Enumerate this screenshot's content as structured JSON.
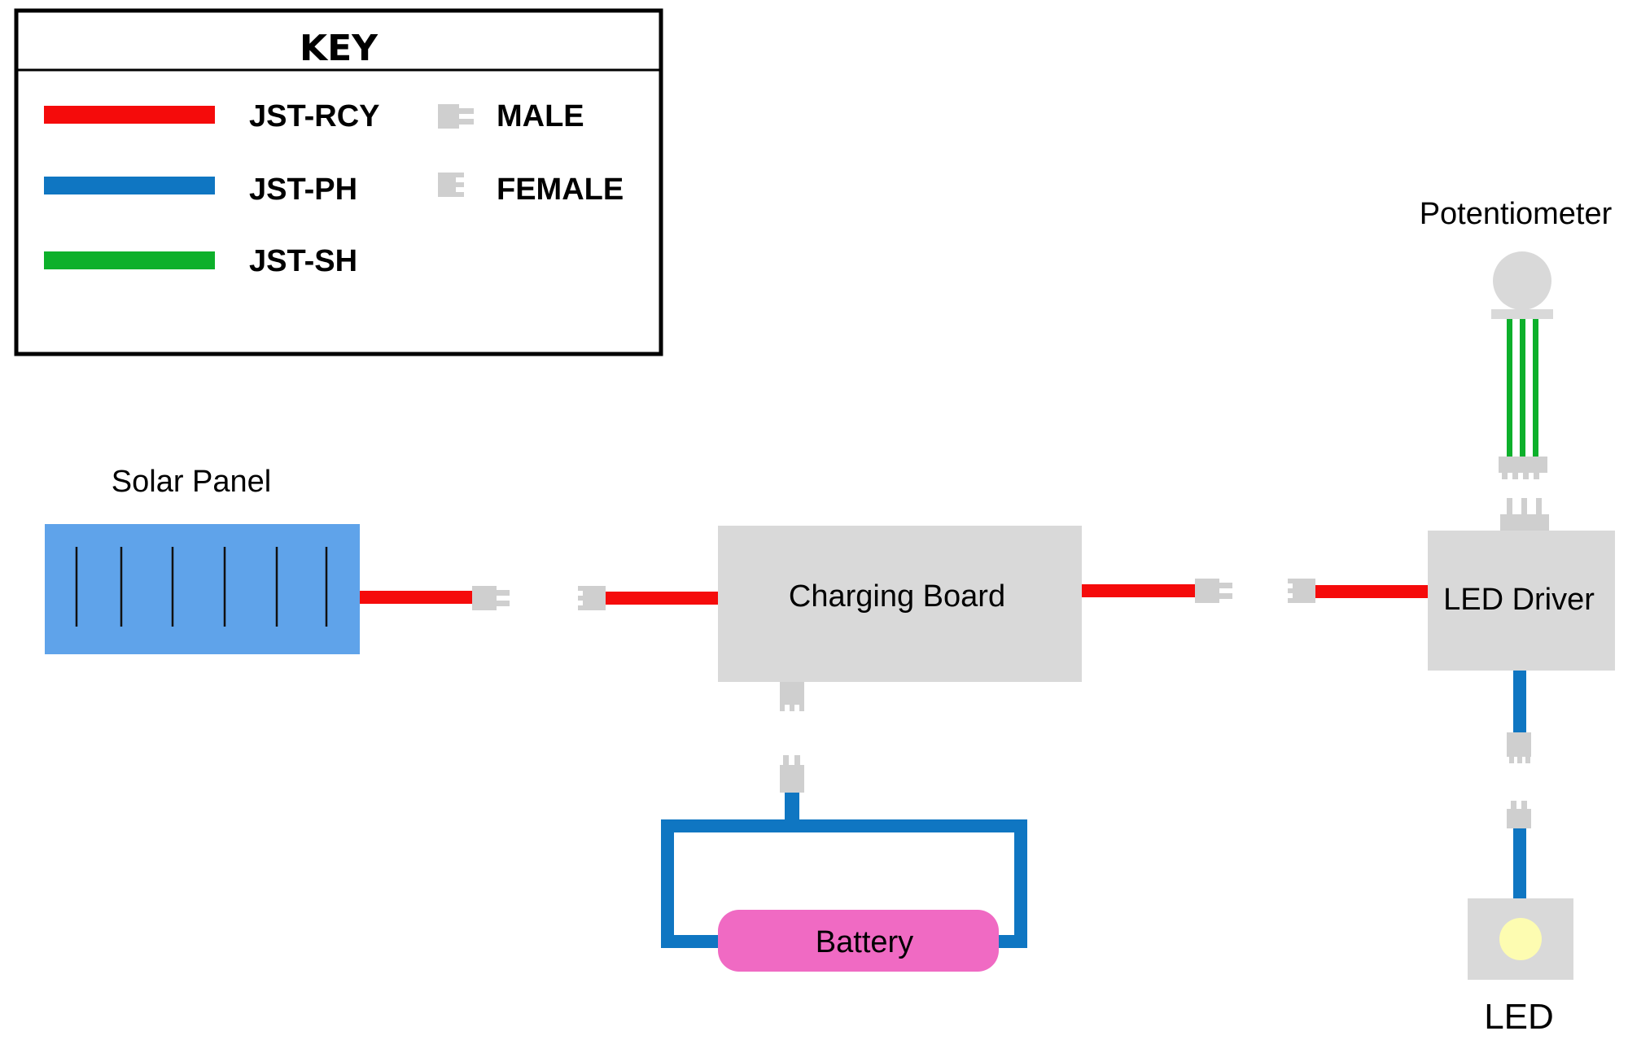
{
  "colors": {
    "jst_rcy": "#f50b0b",
    "jst_ph": "#0f76c2",
    "jst_sh": "#0db02b",
    "connector": "#cfcfcf",
    "component": "#d9d9d9",
    "solar_panel": "#5fa3ea",
    "battery": "#f06ac3",
    "led_bulb": "#fdfcb1"
  },
  "key": {
    "title": "KEY",
    "wires": [
      {
        "label": "JST-RCY",
        "color": "#f50b0b"
      },
      {
        "label": "JST-PH",
        "color": "#0f76c2"
      },
      {
        "label": "JST-SH",
        "color": "#0db02b"
      }
    ],
    "connectors": [
      {
        "label": "MALE",
        "icon": "male-connector-icon"
      },
      {
        "label": "FEMALE",
        "icon": "female-connector-icon"
      }
    ]
  },
  "components": {
    "solar_panel": "Solar Panel",
    "charging_board": "Charging Board",
    "led_driver": "LED Driver",
    "potentiometer": "Potentiometer",
    "battery": "Battery",
    "led": "LED"
  }
}
